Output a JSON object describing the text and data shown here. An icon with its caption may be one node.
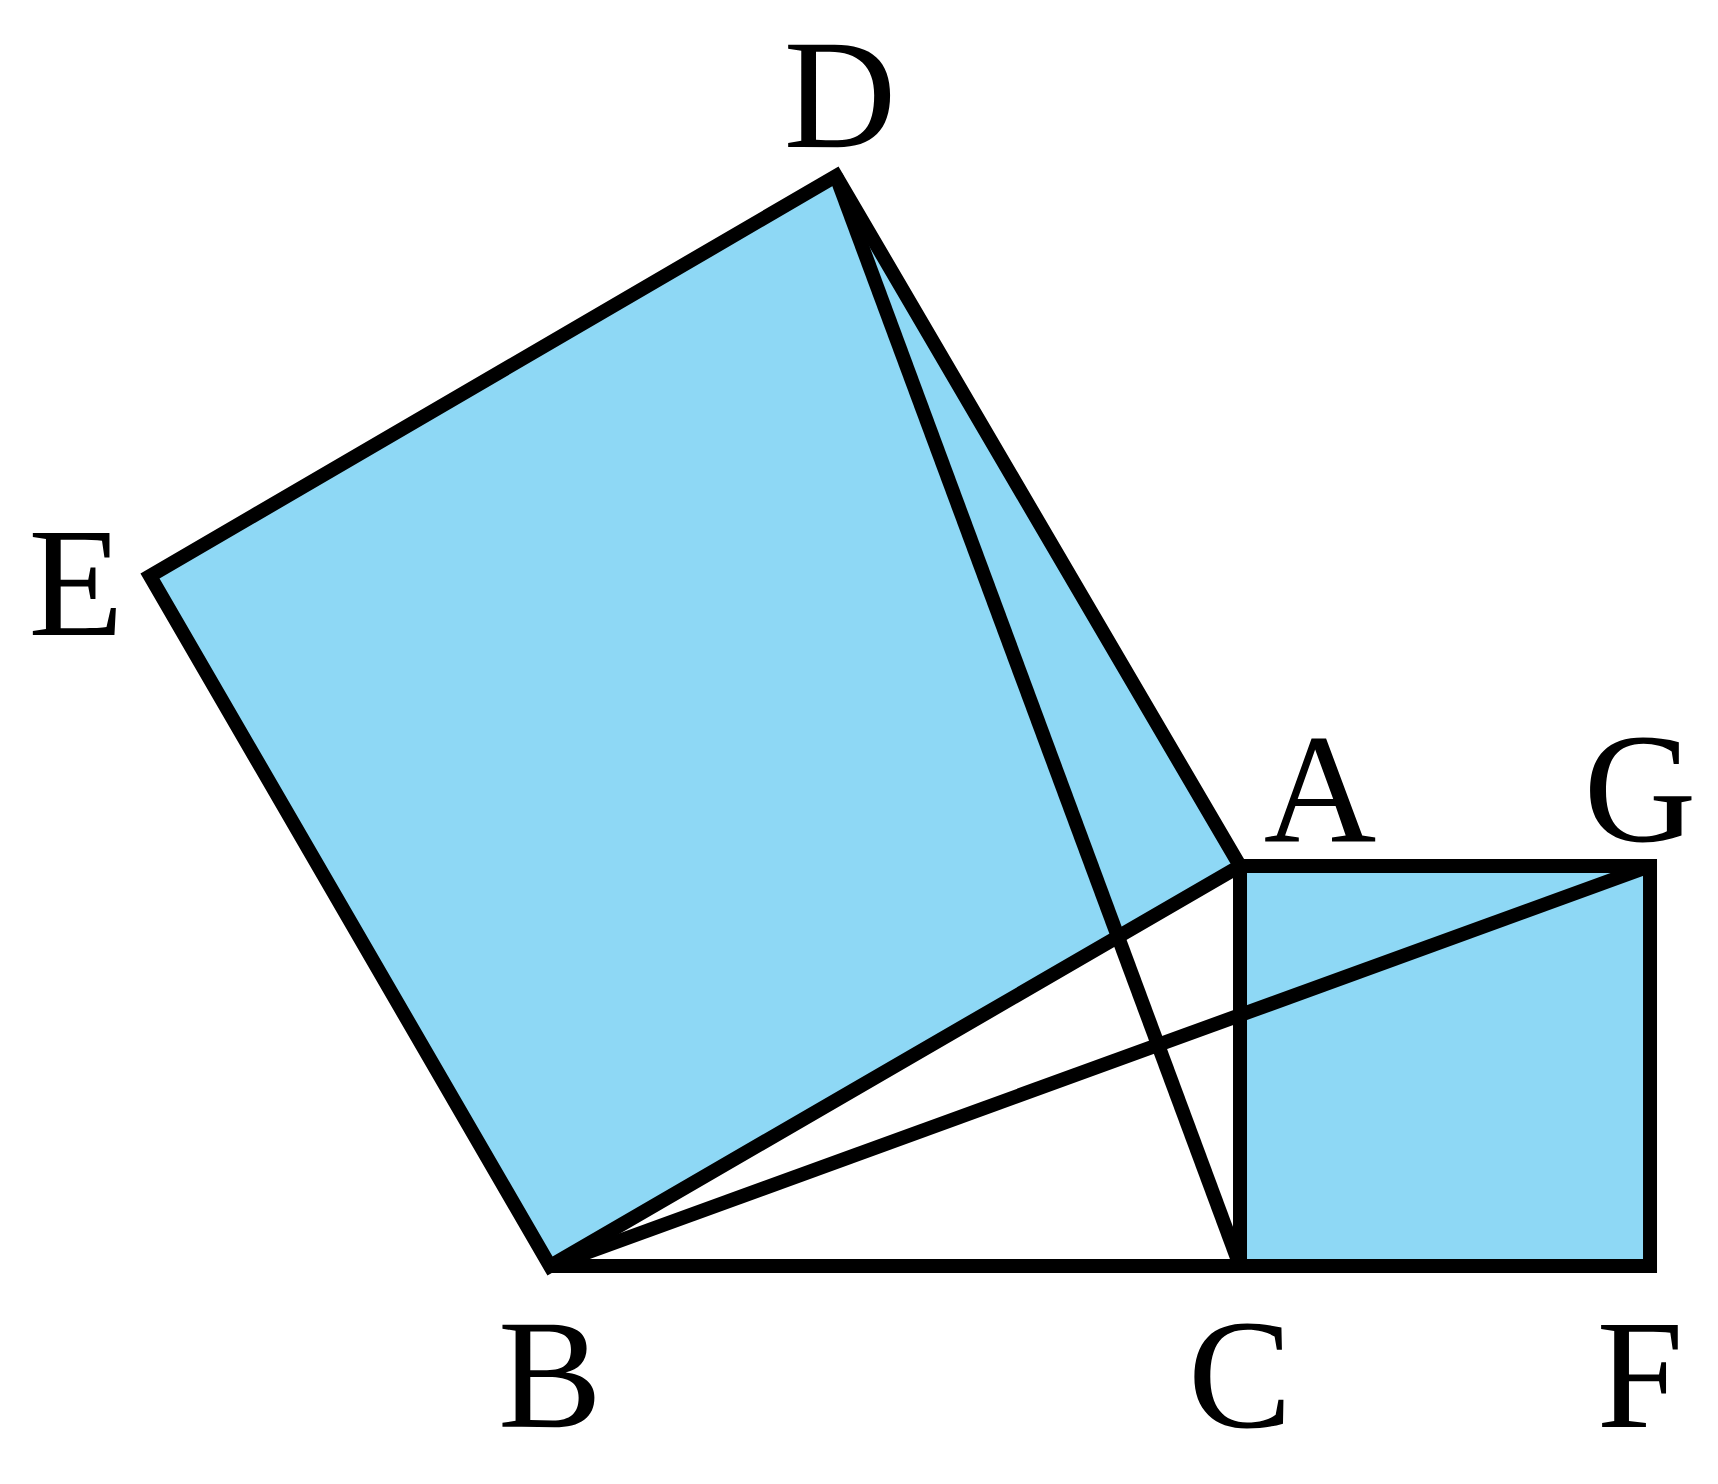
{
  "diagram": {
    "labels": [
      "D",
      "E",
      "A",
      "G",
      "B",
      "C",
      "F"
    ]
  }
}
